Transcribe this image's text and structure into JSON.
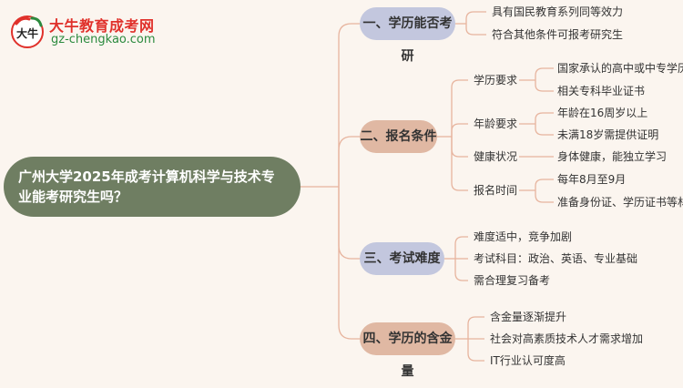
{
  "logo": {
    "title": "大牛教育成考网",
    "url": "gz-chengkao.com",
    "mark_text": "大牛"
  },
  "root": {
    "title": "广州大学2025年成考计算机科学与技术专业能考研究生吗？"
  },
  "colors": {
    "root": "#6f7e62",
    "section_blue": "#c3c7de",
    "section_tan": "#e0b8a3",
    "connector": "#e7b49e",
    "background": "#fbf5ef"
  },
  "sections": [
    {
      "title": "一、学历能否考研",
      "items": [
        "具有国民教育系列同等效力",
        "符合其他条件可报考研究生"
      ]
    },
    {
      "title": "二、报名条件",
      "groups": [
        {
          "label": "学历要求",
          "items": [
            "国家承认的高中或中专学历",
            "相关专科毕业证书"
          ]
        },
        {
          "label": "年龄要求",
          "items": [
            "年龄在16周岁以上",
            "未满18岁需提供证明"
          ]
        },
        {
          "label": "健康状况",
          "items": [
            "身体健康，能独立学习"
          ]
        },
        {
          "label": "报名时间",
          "items": [
            "每年8月至9月",
            "准备身份证、学历证书等材料"
          ]
        }
      ]
    },
    {
      "title": "三、考试难度",
      "items": [
        "难度适中，竞争加剧",
        "考试科目：政治、英语、专业基础",
        "需合理复习备考"
      ]
    },
    {
      "title": "四、学历的含金量",
      "items": [
        "含金量逐渐提升",
        "社会对高素质技术人才需求增加",
        "IT行业认可度高"
      ]
    }
  ]
}
